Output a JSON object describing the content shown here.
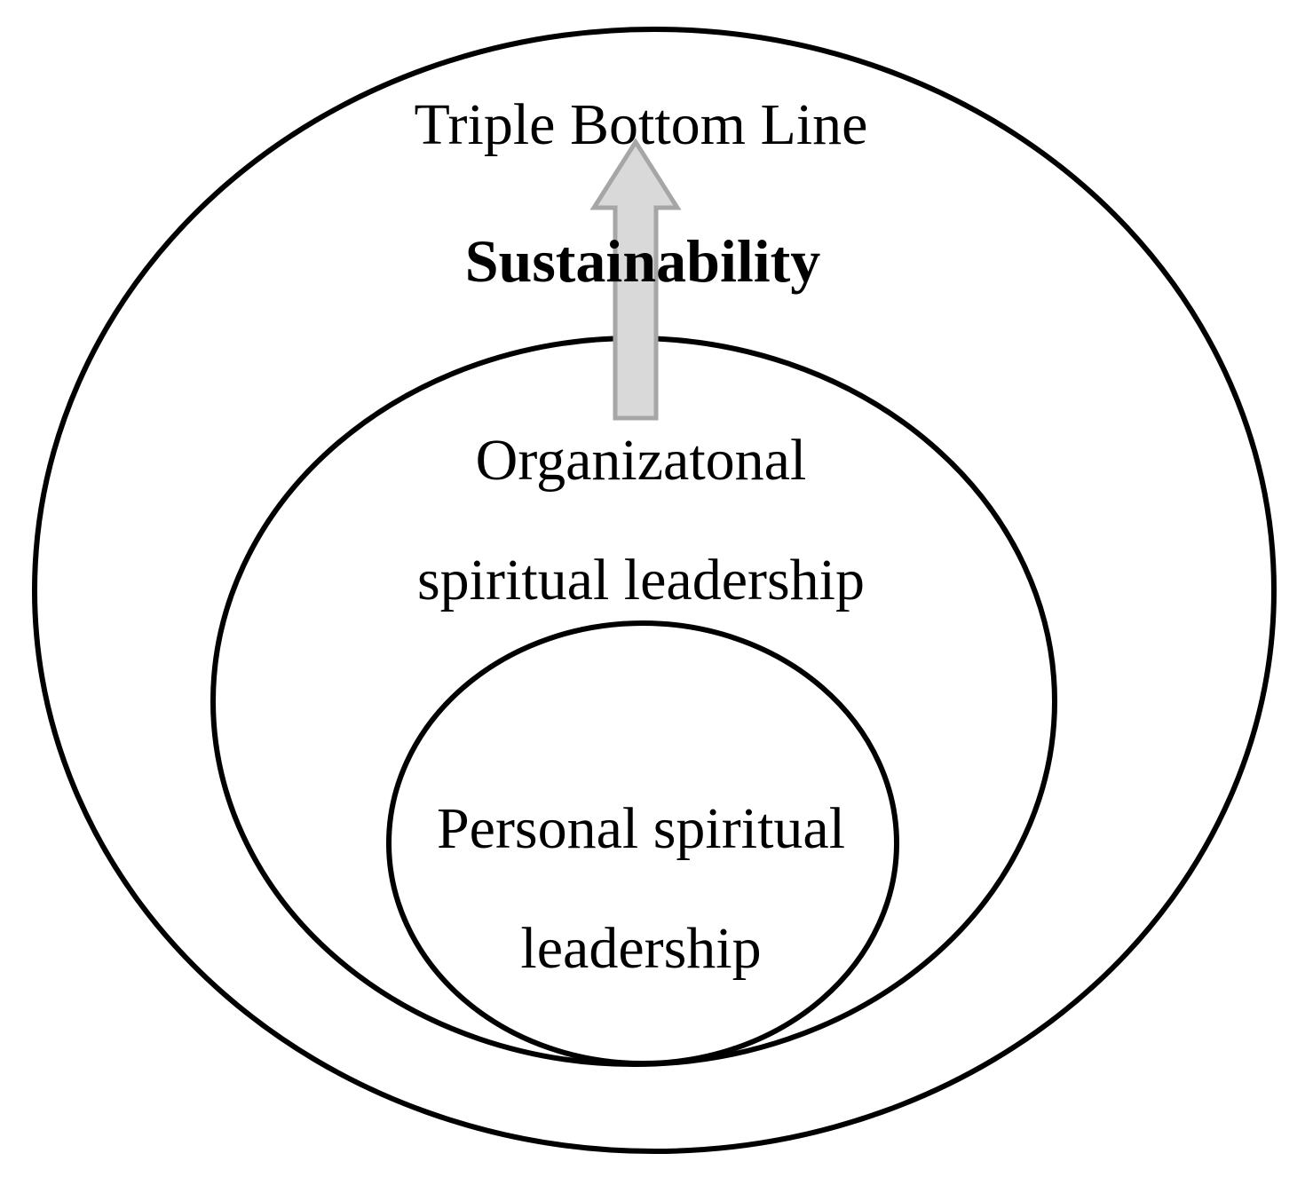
{
  "diagram": {
    "outer": {
      "label": "Triple Bottom Line"
    },
    "arrow": {
      "label": "Sustainability",
      "fill_color": "#d9d9d9",
      "stroke_color": "#a6a6a6"
    },
    "middle": {
      "label_line1": "Organizatonal",
      "label_line2": "spiritual leadership"
    },
    "inner": {
      "label_line1": "Personal spiritual",
      "label_line2": "leadership"
    }
  }
}
